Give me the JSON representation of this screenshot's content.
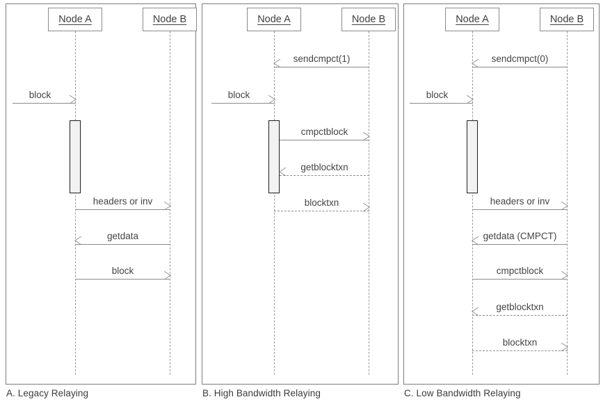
{
  "figure": {
    "type": "sequence-diagram",
    "panel_count": 3
  },
  "panels": [
    {
      "id": "A",
      "caption": "A. Legacy Relaying",
      "actors": [
        {
          "name": "node-a",
          "label": "Node A"
        },
        {
          "name": "node-b",
          "label": "Node B"
        }
      ],
      "messages": [
        {
          "label": "block",
          "from": "external",
          "to": "node-a",
          "style": "solid",
          "direction": "right"
        },
        {
          "label": "headers or inv",
          "from": "node-a",
          "to": "node-b",
          "style": "solid",
          "direction": "right"
        },
        {
          "label": "getdata",
          "from": "node-b",
          "to": "node-a",
          "style": "solid",
          "direction": "left"
        },
        {
          "label": "block",
          "from": "node-a",
          "to": "node-b",
          "style": "solid",
          "direction": "right"
        }
      ]
    },
    {
      "id": "B",
      "caption": "B. High Bandwidth Relaying",
      "actors": [
        {
          "name": "node-a",
          "label": "Node A"
        },
        {
          "name": "node-b",
          "label": "Node B"
        }
      ],
      "messages": [
        {
          "label": "sendcmpct(1)",
          "from": "node-b",
          "to": "node-a",
          "style": "solid",
          "direction": "left"
        },
        {
          "label": "block",
          "from": "external",
          "to": "node-a",
          "style": "solid",
          "direction": "right"
        },
        {
          "label": "cmpctblock",
          "from": "node-a",
          "to": "node-b",
          "style": "solid",
          "direction": "right"
        },
        {
          "label": "getblocktxn",
          "from": "node-b",
          "to": "node-a",
          "style": "dashed",
          "direction": "left"
        },
        {
          "label": "blocktxn",
          "from": "node-a",
          "to": "node-b",
          "style": "dashed",
          "direction": "right"
        }
      ]
    },
    {
      "id": "C",
      "caption": "C. Low Bandwidth Relaying",
      "actors": [
        {
          "name": "node-a",
          "label": "Node A"
        },
        {
          "name": "node-b",
          "label": "Node B"
        }
      ],
      "messages": [
        {
          "label": "sendcmpct(0)",
          "from": "node-b",
          "to": "node-a",
          "style": "solid",
          "direction": "left"
        },
        {
          "label": "block",
          "from": "external",
          "to": "node-a",
          "style": "solid",
          "direction": "right"
        },
        {
          "label": "headers or inv",
          "from": "node-a",
          "to": "node-b",
          "style": "solid",
          "direction": "right"
        },
        {
          "label": "getdata (CMPCT)",
          "from": "node-b",
          "to": "node-a",
          "style": "solid",
          "direction": "left"
        },
        {
          "label": "cmpctblock",
          "from": "node-a",
          "to": "node-b",
          "style": "solid",
          "direction": "right"
        },
        {
          "label": "getblocktxn",
          "from": "node-b",
          "to": "node-a",
          "style": "dashed",
          "direction": "left"
        },
        {
          "label": "blocktxn",
          "from": "node-a",
          "to": "node-b",
          "style": "dashed",
          "direction": "right"
        }
      ]
    }
  ],
  "colors": {
    "line": "#8a8a8a",
    "lifeline": "#9a9a9a",
    "activation_fill": "#f2f2f2",
    "activation_stroke": "#1d1d1d",
    "text": "#404040",
    "panel_border": "#7b7b7b"
  }
}
